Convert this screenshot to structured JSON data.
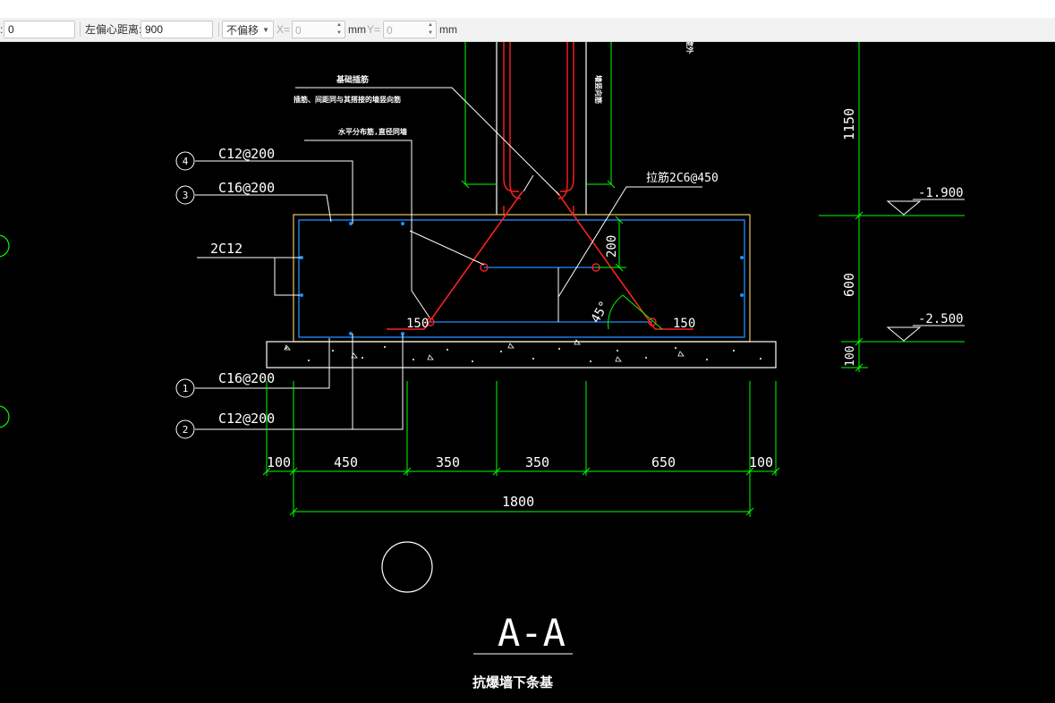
{
  "toolbar": {
    "first_label": ":",
    "first_value": "0",
    "offset_label": "左偏心距离:",
    "offset_value": "900",
    "mode_value": "不偏移",
    "x_label": "X=",
    "x_value": "0",
    "x_unit": "mm",
    "y_label": "Y=",
    "y_value": "0",
    "y_unit": "mm"
  },
  "drawing": {
    "callouts": [
      {
        "num": "4",
        "text": "C12@200"
      },
      {
        "num": "3",
        "text": "C16@200"
      },
      {
        "num": "1",
        "text": "C16@200"
      },
      {
        "num": "2",
        "text": "C12@200"
      }
    ],
    "side_bar_label": "2C12",
    "stirrup_label": "拉筋2C6@450",
    "note_top_1": "基础插筋",
    "note_top_2": "插筋、间距同与其搭接的墙竖向筋",
    "note_top_3": "水平分布筋,直径同墙",
    "note_wall_1": "墙竖向筋",
    "note_wall_2": "室外",
    "bottom_ext_left": "150",
    "bottom_ext_right": "150",
    "top_dim": "200",
    "angle": "45°",
    "dims": [
      "100",
      "450",
      "350",
      "350",
      "650",
      "100"
    ],
    "total": "1800",
    "vert_dims": [
      "1150",
      "600",
      "100"
    ],
    "elev_1": "-1.900",
    "elev_2": "-2.500",
    "section_title": "A-A",
    "section_subtitle": "抗爆墙下条基"
  },
  "colors": {
    "line": "#ffffff",
    "dimension": "#00ff00",
    "rebar_red": "#ff2020",
    "rebar_blue": "#1e90ff",
    "footing_outline": "#e8c860"
  }
}
